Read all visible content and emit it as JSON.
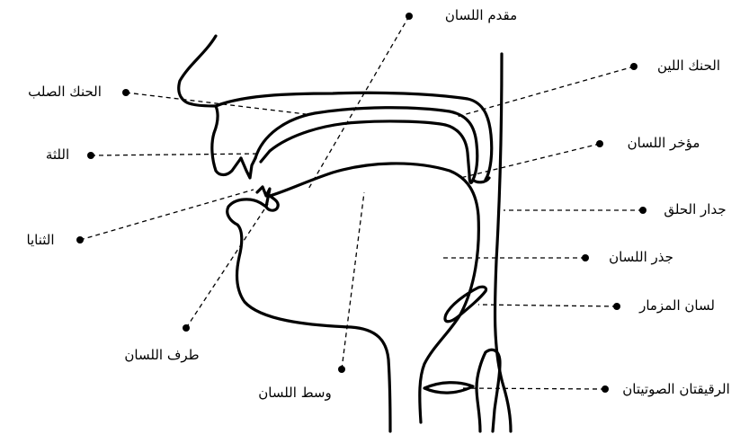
{
  "labels": {
    "tongue_front": "مقدم اللسان",
    "hard_palate": "الحنك الصلب",
    "soft_palate": "الحنك اللين",
    "alveolar_ridge": "اللثة",
    "tongue_back": "مؤخر اللسان",
    "pharynx_wall": "جدار الحلق",
    "incisors": "الثنايا",
    "tongue_root": "جذر اللسان",
    "epiglottis": "لسان المزمار",
    "tongue_tip": "طرف اللسان",
    "vocal_folds": "الرقيقتان الصوتيتان",
    "tongue_middle": "وسط اللسان"
  }
}
